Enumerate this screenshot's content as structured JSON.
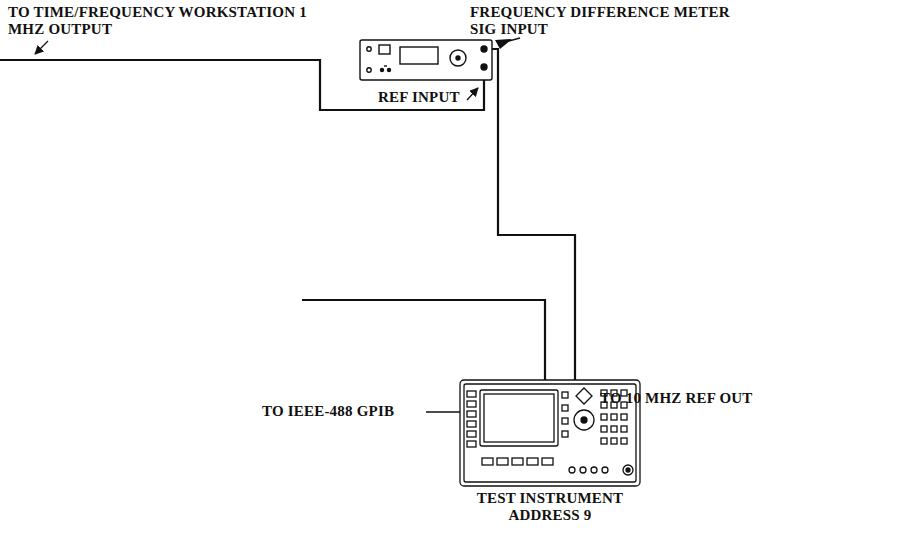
{
  "diagram": {
    "nodes": [
      {
        "text": [
          "FREQUENCY DIFFERENCE METER"
        ]
      },
      {
        "text": [
          "TEST INSTRUMENT ADDRESS 9"
        ]
      }
    ],
    "edges": [
      {
        "from": 0,
        "to": 1,
        "arrow": "none"
      }
    ],
    "labels": [
      "TO TIME/FREQUENCY WORKSTATION 1 MHZ OUTPUT",
      "SIG INPUT",
      "REF INPUT",
      "TO IEEE-488 GPIB",
      "TO 10 MHZ REF OUT"
    ]
  }
}
